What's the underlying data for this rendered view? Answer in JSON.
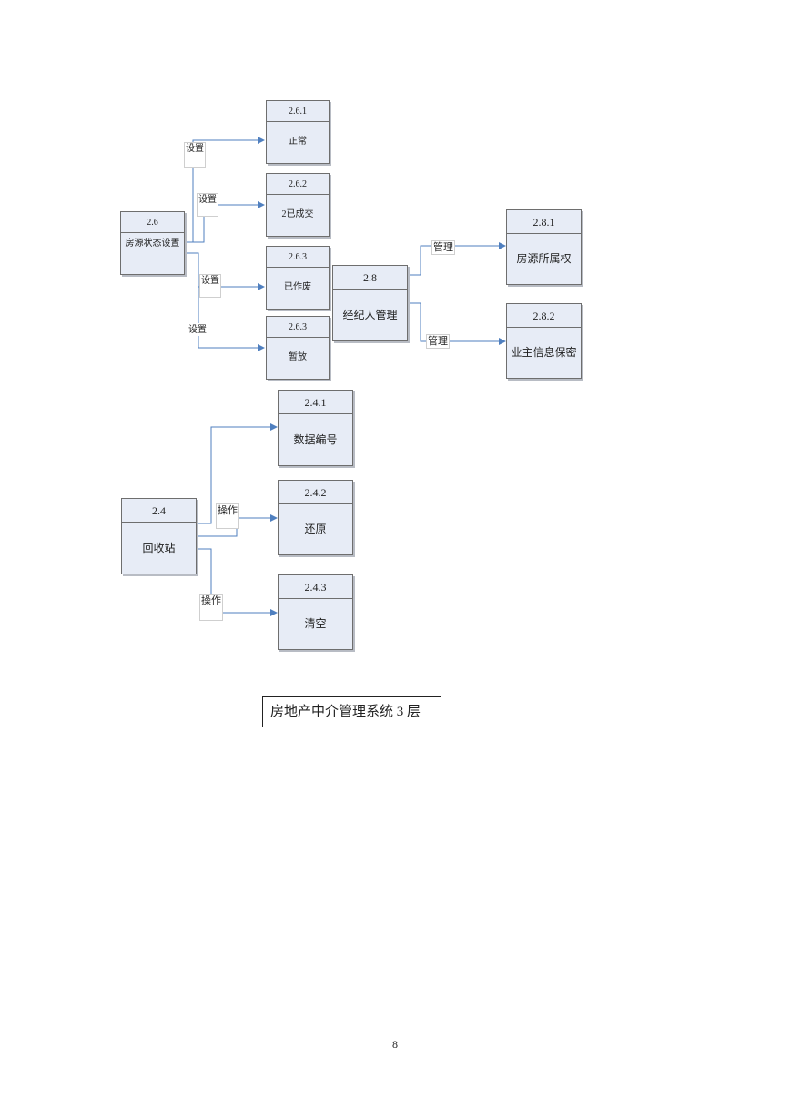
{
  "diagram": {
    "group_26": {
      "root": {
        "id": "2.6",
        "name": "房源状态设置"
      },
      "children": [
        {
          "id": "2.6.1",
          "name": "正常"
        },
        {
          "id": "2.6.2",
          "name": "2已成交"
        },
        {
          "id": "2.6.3",
          "name": "已作废"
        },
        {
          "id": "2.6.3",
          "name": "暂放"
        }
      ],
      "edge_label": "设置"
    },
    "group_28": {
      "root": {
        "id": "2.8",
        "name": "经纪人管理"
      },
      "children": [
        {
          "id": "2.8.1",
          "name": "房源所属权"
        },
        {
          "id": "2.8.2",
          "name": "业主信息保密"
        }
      ],
      "edge_label": "管理"
    },
    "group_24": {
      "root": {
        "id": "2.4",
        "name": "回收站"
      },
      "children": [
        {
          "id": "2.4.1",
          "name": "数据编号"
        },
        {
          "id": "2.4.2",
          "name": "还原"
        },
        {
          "id": "2.4.3",
          "name": "清空"
        }
      ],
      "edge_label": "操作"
    },
    "caption": "房地产中介管理系统 3 层"
  },
  "page_number": "8",
  "colors": {
    "node_fill": "#e7ecf6",
    "node_border": "#6e6e6e",
    "connector": "#4f7fbf"
  }
}
